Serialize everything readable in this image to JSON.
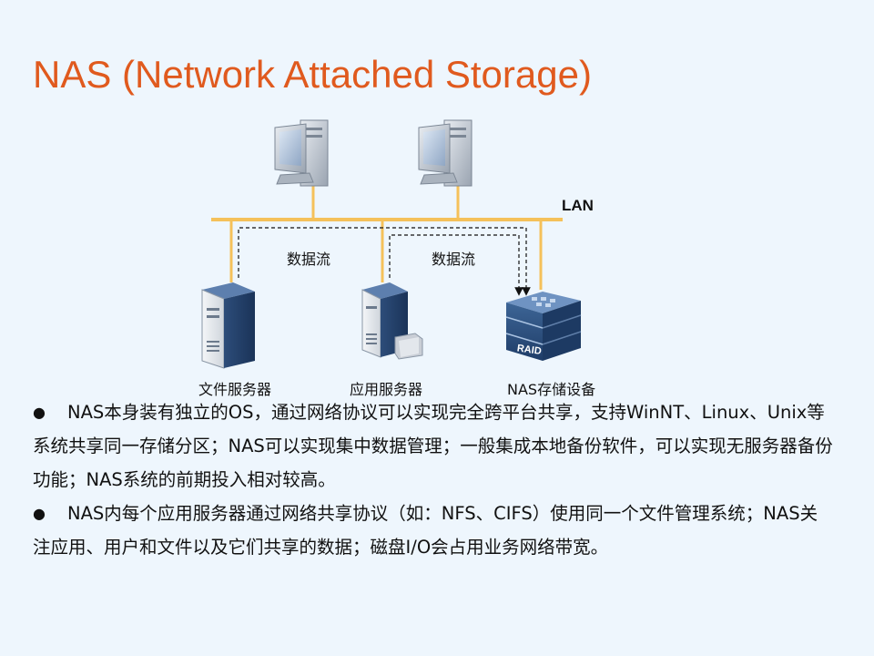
{
  "title": "NAS (Network Attached Storage)",
  "diagram": {
    "lan_label": "LAN",
    "flow_label_left": "数据流",
    "flow_label_right": "数据流",
    "nodes": {
      "file_server": "文件服务器",
      "app_server": "应用服务器",
      "nas_device": "NAS存储设备",
      "raid_label": "RAID"
    },
    "colors": {
      "lan": "#f5c15a",
      "title": "#e05a1e"
    }
  },
  "bullets": [
    "NAS本身装有独立的OS，通过网络协议可以实现完全跨平台共享，支持WinNT、Linux、Unix等系统共享同一存储分区；NAS可以实现集中数据管理；一般集成本地备份软件，可以实现无服务器备份功能；NAS系统的前期投入相对较高。",
    "NAS内每个应用服务器通过网络共享协议（如：NFS、CIFS）使用同一个文件管理系统；NAS关注应用、用户和文件以及它们共享的数据；磁盘I/O会占用业务网络带宽。"
  ]
}
